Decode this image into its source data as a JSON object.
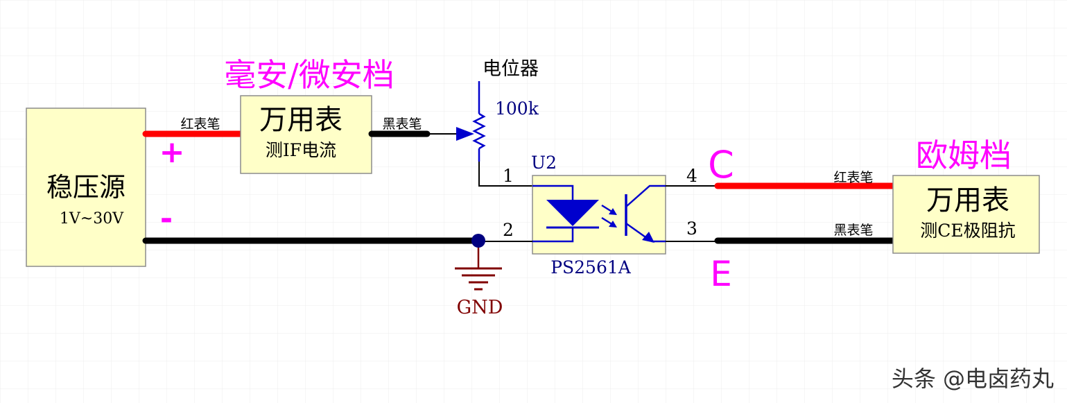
{
  "colors": {
    "background": "#ffffff",
    "grid": "#e8e8e8",
    "box_fill": "#ffffc8",
    "box_stroke": "#8c8c8c",
    "red_lead": "#ff0000",
    "black_lead": "#000000",
    "wire": "#000000",
    "component": "#0000cd",
    "label_blue": "#000080",
    "magenta": "#ff00ff",
    "gnd": "#800000",
    "watermark": "#333333"
  },
  "power_supply": {
    "title": "稳压源",
    "range": "1V~30V",
    "plus": "+",
    "minus": "-"
  },
  "meter_left": {
    "title": "万用表",
    "subtitle": "测IF电流",
    "mode": "毫安/微安档",
    "red_lead": "红表笔",
    "black_lead": "黑表笔"
  },
  "potentiometer": {
    "name": "电位器",
    "value": "100k"
  },
  "optocoupler": {
    "ref": "U2",
    "part": "PS2561A",
    "pins": [
      "1",
      "2",
      "3",
      "4"
    ]
  },
  "gnd": {
    "label": "GND"
  },
  "meter_right": {
    "title": "万用表",
    "subtitle": "测CE极阻抗",
    "mode": "欧姆档",
    "red_lead": "红表笔",
    "black_lead": "黑表笔"
  },
  "terminals": {
    "collector": "C",
    "emitter": "E"
  },
  "watermark": "头条 @电卤药丸"
}
